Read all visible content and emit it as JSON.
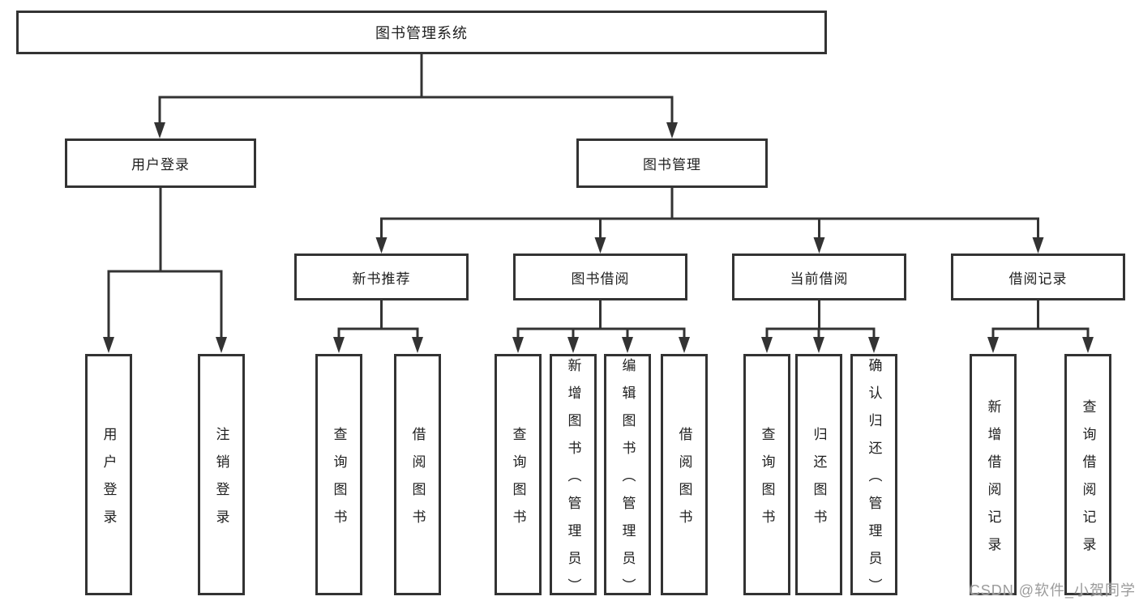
{
  "diagram": {
    "root": {
      "label": "图书管理系统"
    },
    "level2": [
      {
        "label": "用户登录"
      },
      {
        "label": "图书管理"
      }
    ],
    "level3": [
      {
        "label": "新书推荐"
      },
      {
        "label": "图书借阅"
      },
      {
        "label": "当前借阅"
      },
      {
        "label": "借阅记录"
      }
    ],
    "leaves": {
      "user_login": [
        "用户登录",
        "注销登录"
      ],
      "new_book": [
        "查询图书",
        "借阅图书"
      ],
      "book_borrow": [
        "查询图书",
        "新增图书（管理员）",
        "编辑图书（管理员）",
        "借阅图书"
      ],
      "current_borrow": [
        "查询图书",
        "归还图书",
        "确认归还（管理员）"
      ],
      "borrow_record": [
        "新增借阅记录",
        "查询借阅记录"
      ]
    },
    "colors": {
      "line": "#333333",
      "text": "#1f1f1f",
      "watermark": "#9b9b9b",
      "background": "#ffffff"
    }
  },
  "watermark": {
    "text": "CSDN @软件_小贺同学"
  }
}
